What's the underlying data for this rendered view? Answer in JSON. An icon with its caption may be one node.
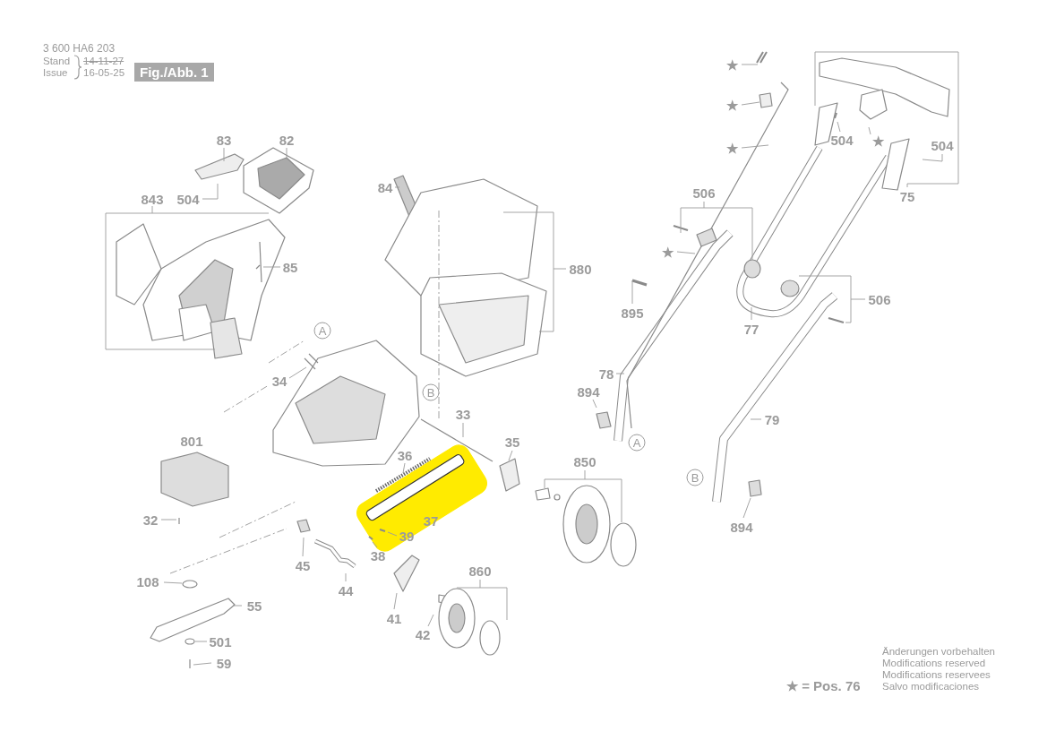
{
  "diagram": {
    "nodes": [
      {
        "text": [
          "Fig./Abb. 1"
        ]
      },
      {
        "text": [
          "★"
        ]
      },
      {
        "text": [
          "★"
        ]
      },
      {
        "text": [
          "83"
        ]
      },
      {
        "text": [
          "82"
        ]
      },
      {
        "text": [
          "504"
        ]
      },
      {
        "text": [
          "★"
        ]
      },
      {
        "text": [
          "504"
        ]
      },
      {
        "text": [
          "★"
        ]
      },
      {
        "text": [
          "84"
        ]
      },
      {
        "text": [
          "506"
        ]
      },
      {
        "text": [
          "75"
        ]
      },
      {
        "text": [
          "843"
        ]
      },
      {
        "text": [
          "504"
        ]
      },
      {
        "text": [
          "★"
        ]
      },
      {
        "text": [
          "85"
        ]
      },
      {
        "text": [
          "880"
        ]
      },
      {
        "text": [
          "506"
        ]
      },
      {
        "text": [
          "895"
        ]
      },
      {
        "text": [
          "77"
        ]
      },
      {
        "text": [
          "A"
        ]
      },
      {
        "text": [
          "78"
        ]
      },
      {
        "text": [
          "34"
        ]
      },
      {
        "text": [
          "894"
        ]
      },
      {
        "text": [
          "B"
        ]
      },
      {
        "text": [
          "33"
        ]
      },
      {
        "text": [
          "79"
        ]
      },
      {
        "text": [
          "801"
        ]
      },
      {
        "text": [
          "35"
        ]
      },
      {
        "text": [
          "A"
        ]
      },
      {
        "text": [
          "36"
        ]
      },
      {
        "text": [
          "850"
        ]
      },
      {
        "text": [
          "B"
        ]
      },
      {
        "text": [
          "32"
        ]
      },
      {
        "text": [
          "37"
        ]
      },
      {
        "text": [
          "894"
        ]
      },
      {
        "text": [
          "39"
        ]
      },
      {
        "text": [
          "38"
        ]
      },
      {
        "text": [
          "45"
        ]
      },
      {
        "text": [
          "860"
        ]
      },
      {
        "text": [
          "108"
        ]
      },
      {
        "text": [
          "44"
        ]
      },
      {
        "text": [
          "55"
        ]
      },
      {
        "text": [
          "41"
        ]
      },
      {
        "text": [
          "42"
        ]
      },
      {
        "text": [
          "501"
        ]
      },
      {
        "text": [
          "59"
        ]
      }
    ],
    "edges": [
      {
        "from": 1,
        "to": null,
        "arrow": "none"
      },
      {
        "from": 2,
        "to": null,
        "arrow": "none"
      },
      {
        "from": 3,
        "to": null,
        "arrow": "none"
      },
      {
        "from": 4,
        "to": null,
        "arrow": "none"
      },
      {
        "from": 5,
        "to": null,
        "arrow": "none"
      },
      {
        "from": 6,
        "to": null,
        "arrow": "none"
      },
      {
        "from": 7,
        "to": null,
        "arrow": "none"
      },
      {
        "from": 8,
        "to": null,
        "arrow": "none"
      },
      {
        "from": 9,
        "to": null,
        "arrow": "none"
      },
      {
        "from": 10,
        "to": null,
        "arrow": "none"
      },
      {
        "from": 11,
        "to": null,
        "arrow": "none"
      },
      {
        "from": 12,
        "to": null,
        "arrow": "none"
      },
      {
        "from": 13,
        "to": null,
        "arrow": "none"
      },
      {
        "from": 14,
        "to": null,
        "arrow": "none"
      },
      {
        "from": 15,
        "to": null,
        "arrow": "none"
      },
      {
        "from": 16,
        "to": null,
        "arrow": "none"
      },
      {
        "from": 17,
        "to": null,
        "arrow": "none"
      },
      {
        "from": 18,
        "to": null,
        "arrow": "none"
      },
      {
        "from": 19,
        "to": null,
        "arrow": "none"
      },
      {
        "from": 21,
        "to": null,
        "arrow": "none"
      },
      {
        "from": 22,
        "to": null,
        "arrow": "none"
      },
      {
        "from": 23,
        "to": null,
        "arrow": "none"
      },
      {
        "from": 25,
        "to": null,
        "arrow": "none"
      },
      {
        "from": 26,
        "to": null,
        "arrow": "none"
      },
      {
        "from": 28,
        "to": null,
        "arrow": "none"
      },
      {
        "from": 30,
        "to": null,
        "arrow": "none"
      },
      {
        "from": 31,
        "to": null,
        "arrow": "none"
      },
      {
        "from": 33,
        "to": null,
        "arrow": "none"
      },
      {
        "from": 35,
        "to": null,
        "arrow": "none"
      },
      {
        "from": 36,
        "to": null,
        "arrow": "none"
      },
      {
        "from": 37,
        "to": null,
        "arrow": "none"
      },
      {
        "from": 38,
        "to": null,
        "arrow": "none"
      },
      {
        "from": 39,
        "to": null,
        "arrow": "none"
      },
      {
        "from": 40,
        "to": null,
        "arrow": "none"
      },
      {
        "from": 41,
        "to": null,
        "arrow": "none"
      },
      {
        "from": 42,
        "to": null,
        "arrow": "none"
      },
      {
        "from": 43,
        "to": null,
        "arrow": "none"
      },
      {
        "from": 44,
        "to": null,
        "arrow": "none"
      },
      {
        "from": 45,
        "to": null,
        "arrow": "none"
      },
      {
        "from": 46,
        "to": null,
        "arrow": "none"
      }
    ],
    "labels": [
      "3 600 HA6 203",
      "Stand",
      "Issue",
      "14-11-27",
      "16-05-25",
      "★ = Pos. 76",
      "Änderungen vorbehalten",
      "Modifications reserved",
      "Modifications reservees",
      "Salvo modificaciones"
    ]
  }
}
